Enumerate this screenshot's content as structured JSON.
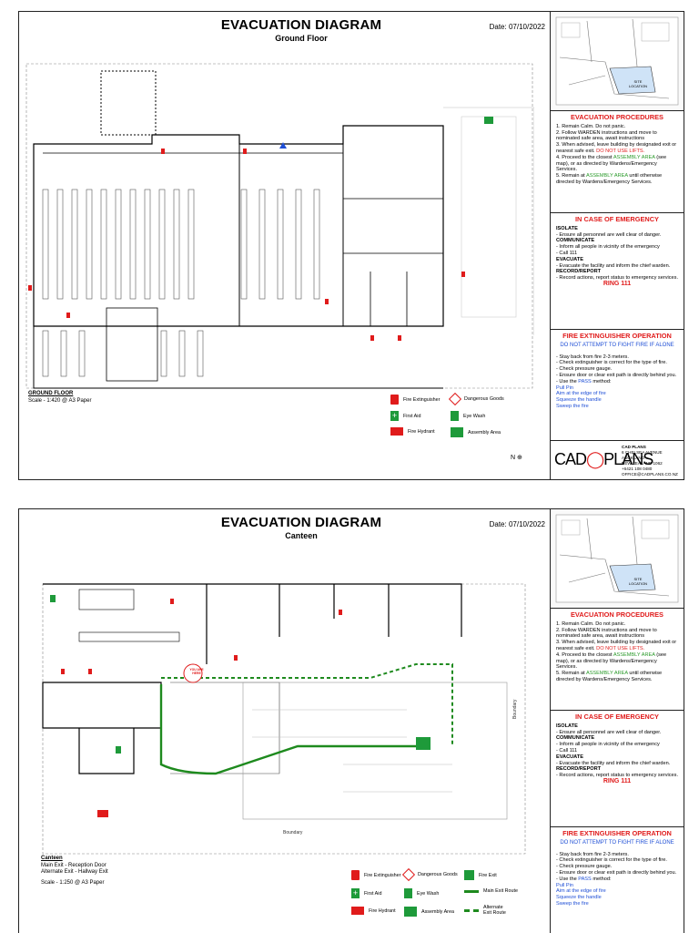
{
  "sheet1": {
    "title": "EVACUATION DIAGRAM",
    "subtitle": "Ground Floor",
    "date": "Date: 07/10/2022",
    "scale_title": "GROUND FLOOR",
    "scale_text": "Scale - 1:420 @ A3 Paper",
    "legend": {
      "fire_extinguisher": "Fire Extinguisher",
      "dangerous_goods": "Dangerous Goods",
      "first_aid": "First Aid",
      "eye_wash": "Eye Wash",
      "fire_hydrant": "Fire Hydrant",
      "assembly_area": "Assembly Area"
    },
    "north": "N"
  },
  "sheet2": {
    "title": "EVACUATION DIAGRAM",
    "subtitle": "Canteen",
    "date": "Date: 07/10/2022",
    "scale_title": "Canteen",
    "main_exit": "Main Exit - Reception Door",
    "alt_exit": "Alternate Exit - Hallway Exit",
    "scale_text": "Scale - 1:250 @ A3 Paper",
    "you_are_here": "YOU ARE HERE",
    "boundary": "Boundary",
    "legend": {
      "fire_extinguisher": "Fire Extinguisher",
      "dangerous_goods": "Dangerous Goods",
      "fire_exit": "Fire Exit",
      "first_aid": "First Aid",
      "eye_wash": "Eye Wash",
      "main_exit_route": "Main Exit Route",
      "fire_hydrant": "Fire Hydrant",
      "assembly_area": "Assembly Area",
      "alternate_exit_route": "Alternate Exit Route"
    }
  },
  "procedures": {
    "title": "EVACUATION PROCEDURES",
    "s1": "1. Remain Calm. Do not panic.",
    "s2": "2. Follow WARDEN instructions and move to nominated safe area, await instructions",
    "s3a": "3. When advised, leave building by designated exit or nearest safe exit.",
    "s3b": "DO NOT USE LIFTS.",
    "s4a": "4. Proceed to the closest",
    "s4b": "ASSEMBLY AREA",
    "s4c": "(see map), or as directed by Wardens/Emergency Services.",
    "s5a": "5. Remain at",
    "s5b": "ASSEMBLY AREA",
    "s5c": "until otherwise directed by Wardens/Emergency Services."
  },
  "emergency": {
    "title": "IN CASE OF EMERGENCY",
    "isolate": "ISOLATE",
    "isolate_text": "- Ensure all personnel are well clear of danger.",
    "communicate": "COMMUNICATE",
    "communicate_text": "- Inform all people in vicinity of the emergency",
    "call": "- Call 111",
    "evacuate": "EVACUATE",
    "evacuate_text": "- Evacuate the facility and inform the chief warden.",
    "record": "RECORD/REPORT",
    "record_text": "- Record actions, report status to emergency services.",
    "ring": "RING 111"
  },
  "extinguisher": {
    "title": "FIRE EXTINGUISHER OPERATION",
    "warning": "DO NOT ATTEMPT TO FIGHT FIRE IF ALONE",
    "l1": "- Stay back from fire 2-3 meters.",
    "l2": "- Check extinguisher is correct for the type of fire.",
    "l3": "- Check pressure gauge.",
    "l4": "- Ensure door or clear exit path is directly behind you.",
    "l5a": "- Use the",
    "l5b": "PASS",
    "l5c": "method:",
    "p1": "Pull Pin",
    "p2": "Aim at the edge of fire",
    "p3": "Squeeze the handle",
    "p4": "Sweep the fire"
  },
  "company": {
    "logo_left": "CAD",
    "logo_right": "PLANS",
    "name": "CAD PLANS",
    "a1": "6 CHELSEA AVENUE",
    "a2": "AUCKLAND",
    "a3": "NEW ZEALAND 1062",
    "phone": "+6421 108 0480",
    "email": "OFFICE@CADPLANS.CO.NZ"
  },
  "site_location": "SITE LOCATION"
}
